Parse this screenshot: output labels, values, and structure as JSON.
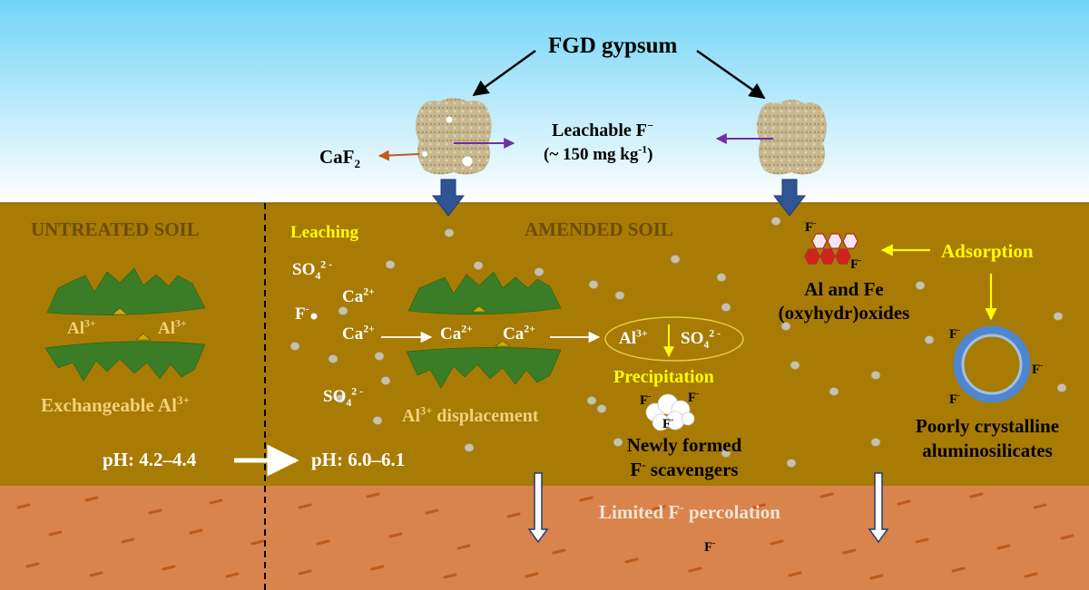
{
  "source": {
    "name": "FGD gypsum"
  },
  "leachable": {
    "line1": "Leachable F",
    "line1_sup": "−",
    "line2": "(~ 150 mg kg",
    "line2_sup": "-1",
    "line2_end": ")"
  },
  "caf2": {
    "base": "CaF",
    "sub": "2"
  },
  "sections": {
    "untreated": "UNTREATED SOIL",
    "amended": "AMENDED SOIL"
  },
  "left": {
    "al_ion": "Al",
    "al_sup": "3+",
    "exchangeable": "Exchangeable Al",
    "exchangeable_sup": "3+",
    "ph_before": "pH: 4.2–4.4",
    "ph_after": "pH: 6.0–6.1"
  },
  "leaching": {
    "title": "Leaching",
    "so4": "SO",
    "so4_sub": "4",
    "so4_sup": "2 -",
    "ca": "Ca",
    "ca_sup": "2+",
    "f": "F",
    "f_sup": "-"
  },
  "displacement": {
    "al": "Al",
    "al_sup": "3+",
    "text": " displacement"
  },
  "precip": {
    "al": "Al",
    "al_sup": "3+",
    "so4": "SO",
    "so4_sub": "4",
    "so4_sup": "2 -",
    "label": "Precipitation",
    "f": "F",
    "f_sup": "-",
    "scav1": "Newly formed",
    "scav2": "F",
    "scav2_sup": "-",
    "scav2_end": " scavengers"
  },
  "oxides": {
    "f": "F",
    "f_sup": "-",
    "line1": "Al and Fe",
    "line2": "(oxyhydr)oxides"
  },
  "adsorption": {
    "label": "Adsorption"
  },
  "alumino": {
    "f": "F",
    "f_sup": "-",
    "line1": "Poorly crystalline",
    "line2": "aluminosilicates"
  },
  "subsoil": {
    "text1": "Limited F",
    "sup": "-",
    "text2": " percolation",
    "f": "F",
    "f_sup": "-"
  },
  "colors": {
    "soil": "#a87b05",
    "subsoil": "#d8844c",
    "sky_top": "#72d4f6",
    "mineral": "#3a7d26",
    "label_yellow": "#ffff00",
    "arrow_blue": "#2f5597",
    "arrow_purple": "#7030a0",
    "arrow_orange": "#c55a11",
    "ring_outer": "#4f86d0"
  }
}
